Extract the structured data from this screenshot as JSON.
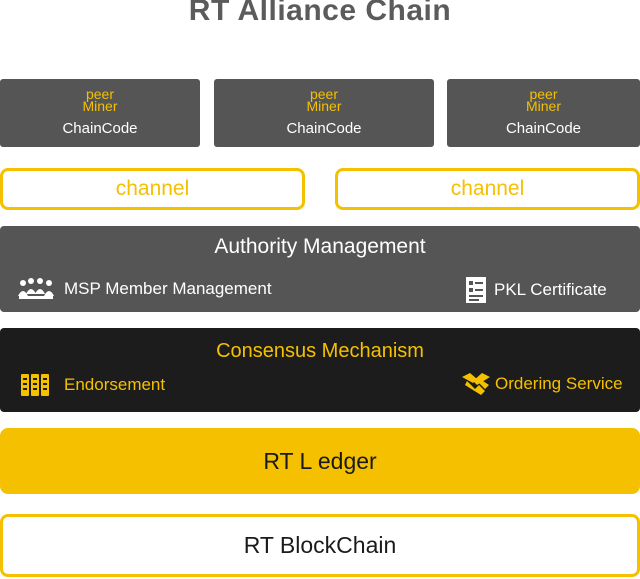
{
  "title": "RT Alliance Chain",
  "peers": [
    {
      "line1": "peer",
      "line2": "Miner",
      "chaincode": "ChainCode"
    },
    {
      "line1": "peer",
      "line2": "Miner",
      "chaincode": "ChainCode"
    },
    {
      "line1": "peer",
      "line2": "Miner",
      "chaincode": "ChainCode"
    }
  ],
  "channels": [
    "channel",
    "channel"
  ],
  "authority": {
    "title": "Authority Management",
    "msp": {
      "icon": "people-group-icon",
      "label": "MSP Member Management"
    },
    "pkl": {
      "icon": "certificate-icon",
      "label": "PKL Certificate"
    }
  },
  "consensus": {
    "title": "Consensus Mechanism",
    "endorsement": {
      "icon": "documents-icon",
      "label": "Endorsement"
    },
    "ordering": {
      "icon": "handshake-icon",
      "label": "Ordering Service"
    }
  },
  "ledger": "RT L edger",
  "blockchain": "RT BlockChain",
  "colors": {
    "accent": "#f5c000",
    "dark_gray": "#555555",
    "black": "#1c1c1c"
  }
}
